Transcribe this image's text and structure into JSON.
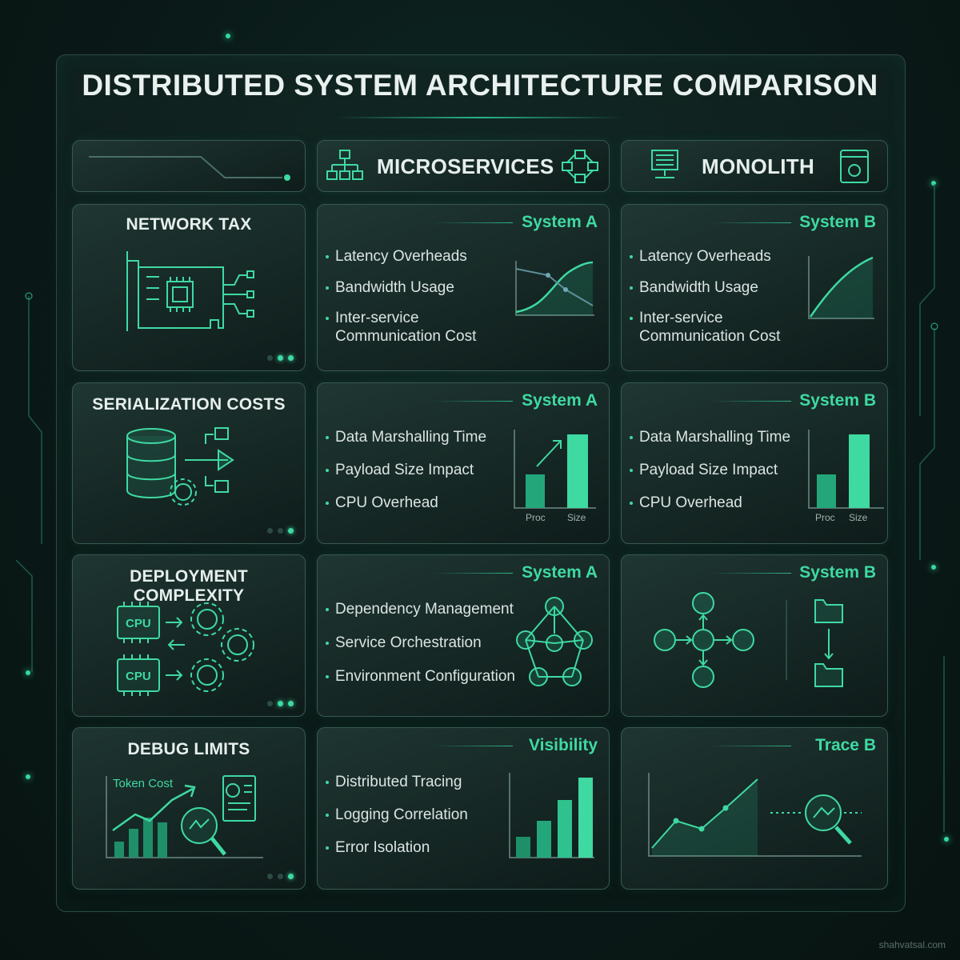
{
  "title": "DISTRIBUTED SYSTEM ARCHITECTURE COMPARISON",
  "columns": {
    "microservices": "MICROSERVICES",
    "monolith": "MONOLITH"
  },
  "rows": {
    "network": {
      "title": "NETWORK TAX",
      "a_tag": "System A",
      "b_tag": "System B",
      "a_items": [
        "Latency Overheads",
        "Bandwidth Usage",
        "Inter-service Communication Cost"
      ],
      "b_items": [
        "Latency Overheads",
        "Bandwidth Usage",
        "Inter-service Communication Cost"
      ]
    },
    "serialization": {
      "title": "SERIALIZATION COSTS",
      "a_tag": "System A",
      "b_tag": "System B",
      "a_items": [
        "Data Marshalling Time",
        "Payload Size Impact",
        "CPU Overhead"
      ],
      "b_items": [
        "Data Marshalling Time",
        "Payload Size Impact",
        "CPU Overhead"
      ],
      "chart_labels": [
        "Proc",
        "Size"
      ]
    },
    "deployment": {
      "title": "DEPLOYMENT COMPLEXITY",
      "a_tag": "System A",
      "b_tag": "System B",
      "a_items": [
        "Dependency Management",
        "Service Orchestration",
        "Environment Configuration"
      ],
      "cpu_label": "CPU"
    },
    "debug": {
      "title": "DEBUG LIMITS",
      "a_tag": "Visibility",
      "b_tag": "Trace B",
      "a_items": [
        "Distributed Tracing",
        "Logging Correlation",
        "Error Isolation"
      ],
      "icon_label": "Token Cost"
    }
  },
  "watermark": "shahvatsal.com",
  "colors": {
    "accent": "#3fd9a2",
    "border": "#3a5852",
    "background": "#0a1a18"
  }
}
